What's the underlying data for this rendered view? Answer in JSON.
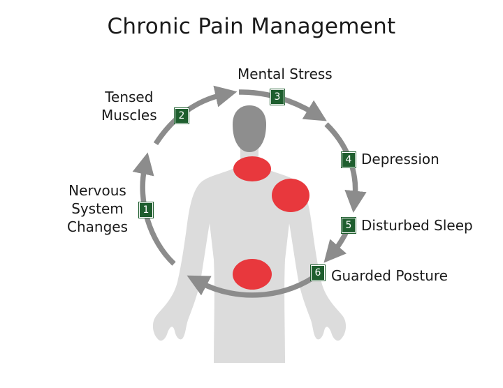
{
  "title": "Chronic Pain Management",
  "colors": {
    "badge": "#1e5e2e",
    "arrow": "#8c8c8c",
    "pain_spot": "#e8383d",
    "body": "#dcdcdc",
    "head": "#8e8e8e"
  },
  "cycle": [
    {
      "number": "1",
      "lines": [
        "Nervous",
        "System",
        "Changes"
      ]
    },
    {
      "number": "2",
      "lines": [
        "Tensed",
        "Muscles"
      ]
    },
    {
      "number": "3",
      "lines": [
        "Mental Stress"
      ]
    },
    {
      "number": "4",
      "lines": [
        "Depression"
      ]
    },
    {
      "number": "5",
      "lines": [
        "Disturbed Sleep"
      ]
    },
    {
      "number": "6",
      "lines": [
        "Guarded Posture"
      ]
    }
  ]
}
